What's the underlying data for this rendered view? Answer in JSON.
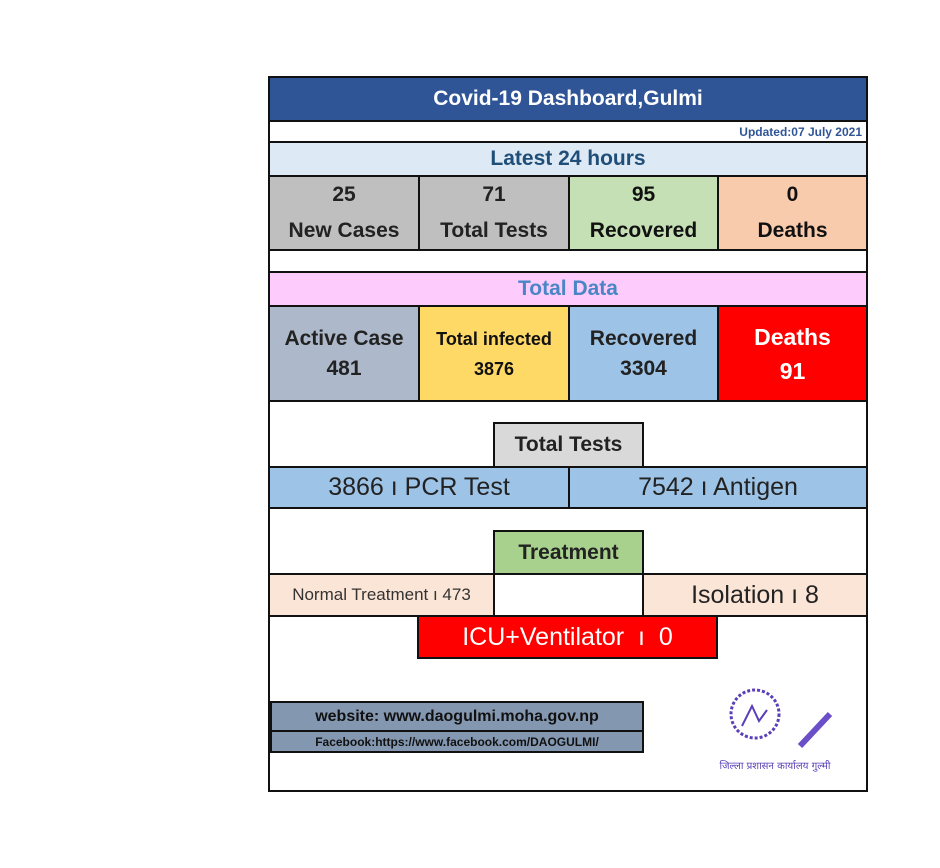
{
  "header": {
    "title": "Covid-19 Dashboard,Gulmi",
    "updated": "Updated:07 July 2021"
  },
  "latest": {
    "title": "Latest 24 hours",
    "items": [
      {
        "value": "25",
        "label": "New Cases"
      },
      {
        "value": "71",
        "label": "Total Tests"
      },
      {
        "value": "95",
        "label": "Recovered"
      },
      {
        "value": "0",
        "label": "Deaths"
      }
    ]
  },
  "total": {
    "title": "Total Data",
    "items": [
      {
        "label": "Active Case",
        "value": "481"
      },
      {
        "label": "Total infected",
        "value": "3876"
      },
      {
        "label": "Recovered",
        "value": "3304"
      },
      {
        "label": "Deaths",
        "value": "91"
      }
    ]
  },
  "tests": {
    "title": "Total Tests",
    "pcr": "3866 ı PCR Test",
    "antigen": "7542 ı Antigen"
  },
  "treatment": {
    "title": "Treatment",
    "normal": "Normal Treatment ı 473",
    "isolation": "Isolation ı 8",
    "icu": "ICU+Ventilator  ı  0"
  },
  "footer": {
    "website": "website: www.daogulmi.moha.gov.np",
    "facebook": "Facebook:https://www.facebook.com/DAOGULMI/"
  },
  "stamp": {
    "text": "जिल्ला प्रशासन कार्यालय गुल्मी"
  }
}
